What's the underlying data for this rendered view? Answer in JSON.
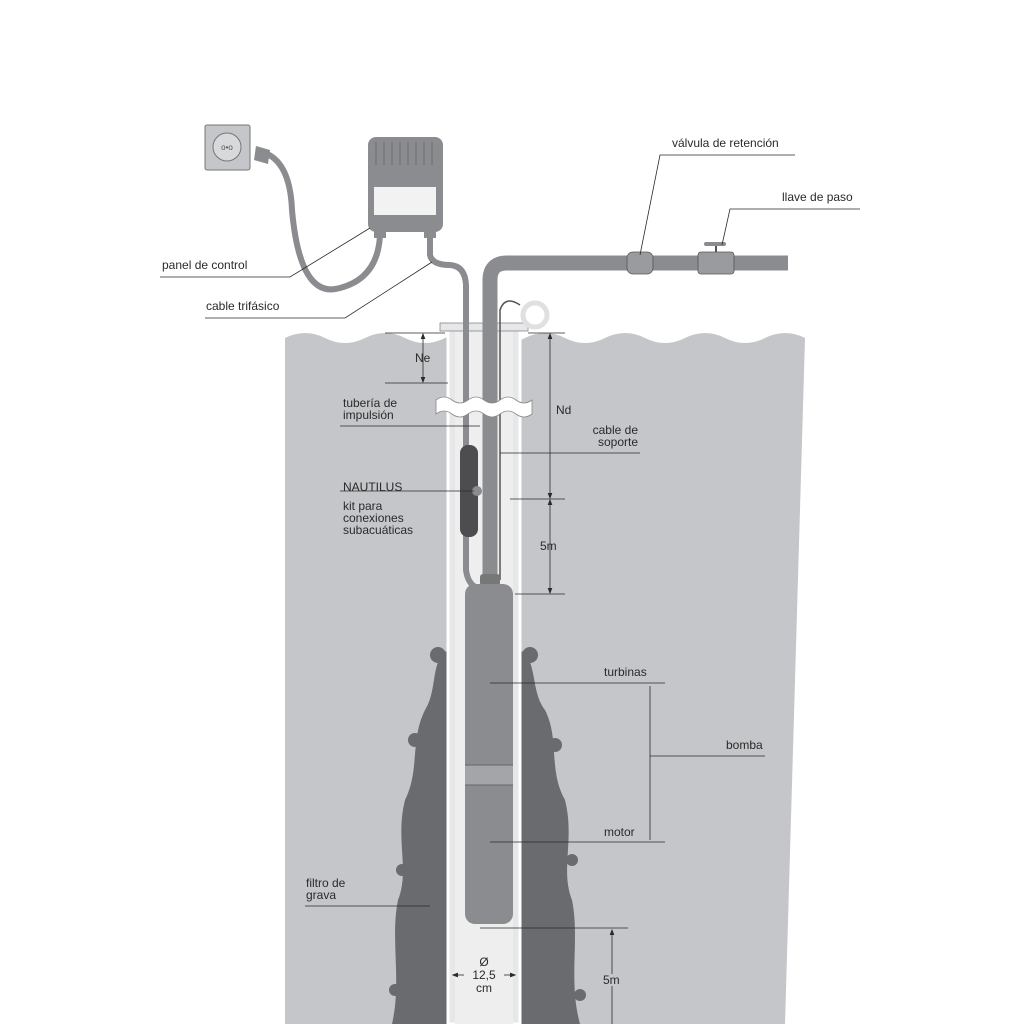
{
  "labels": {
    "panel": "panel de control",
    "cable": "cable trifásico",
    "valve": "válvula de retención",
    "tap": "llave de paso",
    "ne": "Ne",
    "nd": "Nd",
    "pipe": "tubería de\nimpulsión",
    "support": "cable de\nsoporte",
    "nautilus": "NAUTILUS",
    "kit": "kit para\nconexiones\nsubacuáticas",
    "five_top": "5m",
    "turbines": "turbinas",
    "pump": "bomba",
    "motor": "motor",
    "gravel": "filtro de\ngrava",
    "diameter_symbol": "Ø",
    "diameter": "12,5",
    "diameter_unit": "cm",
    "five_bottom": "5m"
  },
  "colors": {
    "ground": "#c5c6c9",
    "dark": "#6a6b6e",
    "pipe": "#8b8c8f",
    "line": "#2a2a2a"
  }
}
